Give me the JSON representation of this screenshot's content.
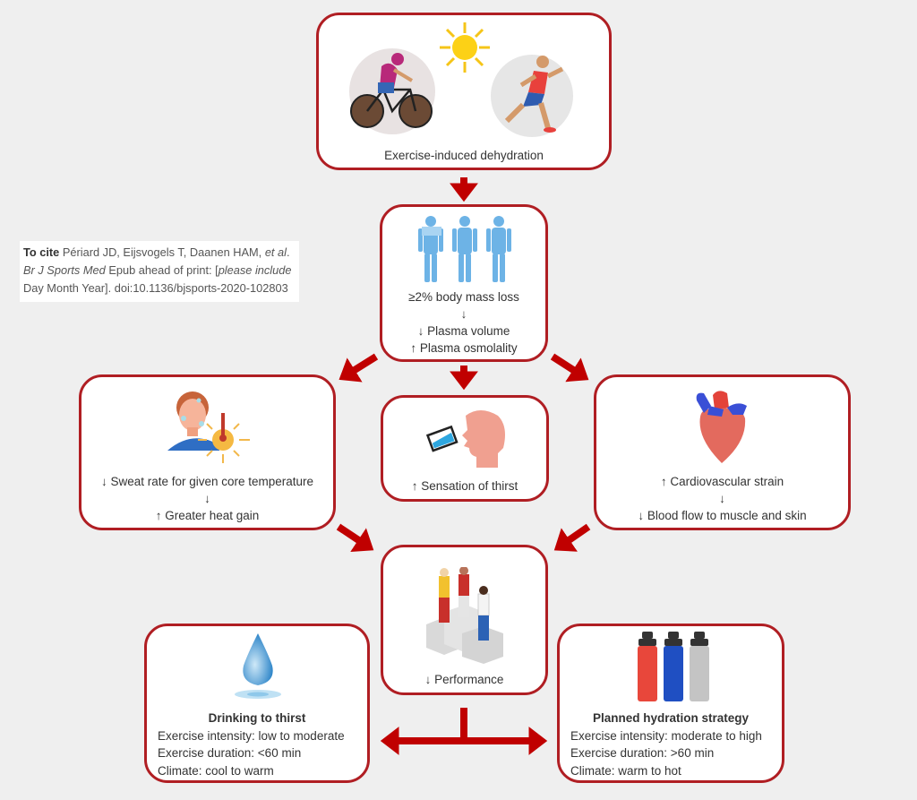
{
  "citation": {
    "label": "To cite",
    "authors": "Périard JD, Eijsvogels T, Daanen HAM,",
    "etal": "et al",
    "etal_suffix": ".",
    "journal": "Br J Sports Med",
    "line2_rest": "Epub ahead of print: [",
    "line2_italic": "please include",
    "line3": "Day Month Year]. doi:10.1136/bjsports-2020-102803"
  },
  "boxes": {
    "dehydration": {
      "label": "Exercise-induced dehydration",
      "icons": [
        "cyclist-icon",
        "sun-icon",
        "runner-icon"
      ]
    },
    "body_mass": {
      "line1": "≥2% body mass loss",
      "arrow": "↓",
      "line2": "↓ Plasma volume",
      "line3": "↑ Plasma osmolality"
    },
    "sweat": {
      "line1": "↓ Sweat rate for given core temperature",
      "arrow": "↓",
      "line2": "↑ Greater heat gain"
    },
    "thirst": {
      "line1": "↑ Sensation of thirst"
    },
    "cardio": {
      "line1": "↑ Cardiovascular strain",
      "arrow": "↓",
      "line2": "↓ Blood flow to muscle and skin"
    },
    "performance": {
      "line1": "↓ Performance"
    },
    "drinking": {
      "title": "Drinking to thirst",
      "lines": [
        "Exercise intensity: low to moderate",
        "Exercise duration: <60 min",
        "Climate: cool to warm"
      ]
    },
    "planned": {
      "title": "Planned hydration strategy",
      "lines": [
        "Exercise intensity: moderate to high",
        "Exercise duration: >60 min",
        "Climate: warm to hot"
      ]
    }
  },
  "colors": {
    "accent": "#b01e23",
    "arrow": "#c00000",
    "body_blue": "#6db3e6",
    "background": "#efefef"
  }
}
